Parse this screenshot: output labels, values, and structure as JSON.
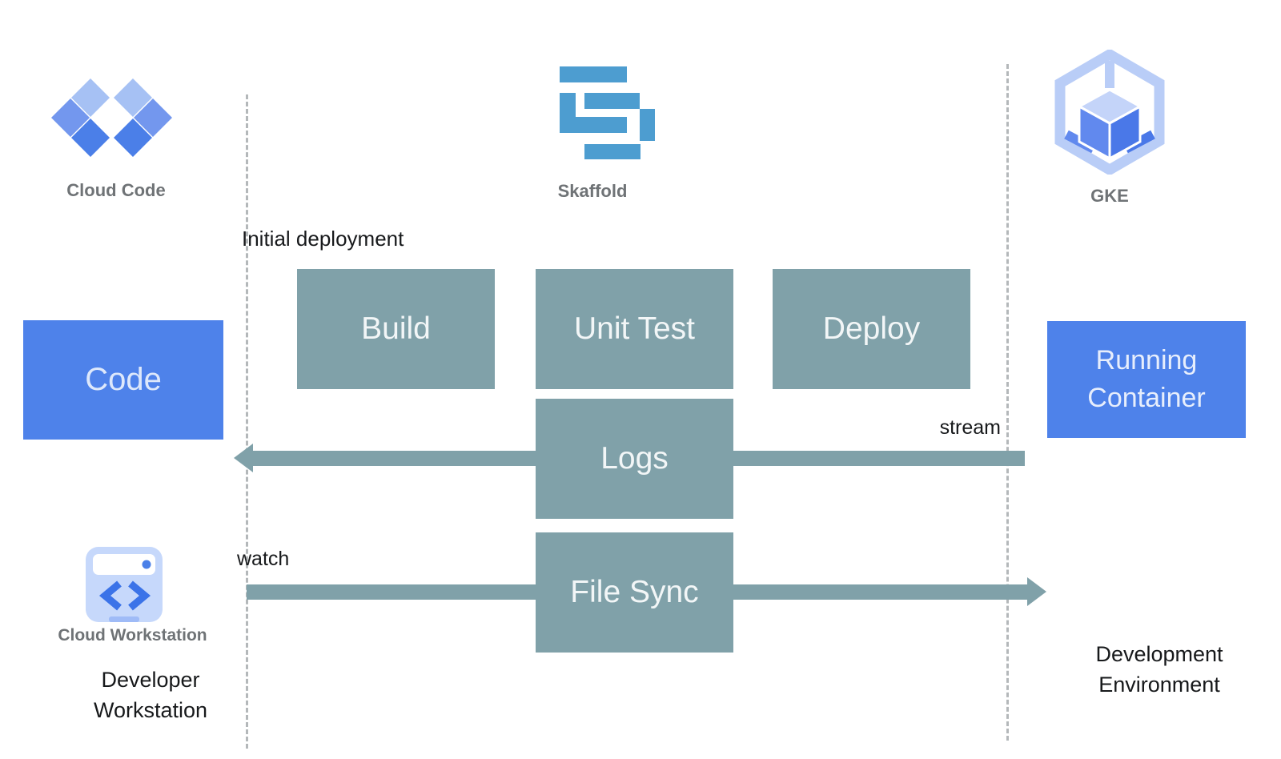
{
  "diagram": {
    "tools": [
      {
        "id": "cloud-code",
        "label": "Cloud Code"
      },
      {
        "id": "skaffold",
        "label": "Skaffold"
      },
      {
        "id": "gke",
        "label": "GKE"
      }
    ],
    "nodes": {
      "code": "Code",
      "build": "Build",
      "unit_test": "Unit Test",
      "deploy": "Deploy",
      "logs": "Logs",
      "file_sync": "File Sync",
      "running_container": "Running Container"
    },
    "labels": {
      "initial_deployment": "Initial deployment",
      "stream": "stream",
      "watch": "watch",
      "cloud_workstation": "Cloud Workstation",
      "developer_workstation": "Developer Workstation",
      "development_environment": "Development Environment"
    },
    "colors": {
      "node_blue": "#4e82ea",
      "node_teal": "#80a1a9",
      "skaffold_blue": "#4d9dd0",
      "diamond_light": "#a6c1f4",
      "diamond_medium": "#7397ee",
      "diamond_dark": "#4b7fe8",
      "gke_hex_light": "#b9cdf7",
      "gke_cube_left": "#6189ee",
      "gke_cube_right": "#4a78e8",
      "workstation_bg": "#c6d8fb",
      "bracket_blue": "#3b73e8",
      "label_gray": "#6f7376",
      "text_dark": "#17191b",
      "dashed_gray": "#b4b8ba"
    }
  }
}
